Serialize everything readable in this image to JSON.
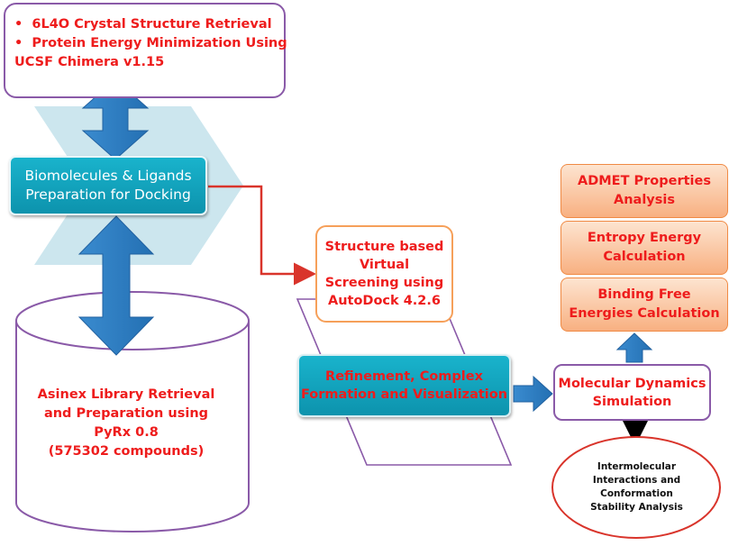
{
  "top_box": {
    "bullet1": "6L4O Crystal Structure Retrieval",
    "bullet2": "Protein Energy Minimization Using",
    "bullet2_cont": "UCSF Chimera v1.15"
  },
  "prep_box": {
    "line1": "Biomolecules & Ligands",
    "line2": "Preparation for Docking"
  },
  "library_box": {
    "line1": "Asinex Library Retrieval",
    "line2": "and Preparation using",
    "line3": "PyRx 0.8",
    "line4": "(575302 compounds)"
  },
  "screening_box": {
    "line1": "Structure based",
    "line2": "Virtual",
    "line3": "Screening using",
    "line4": "AutoDock 4.2.6"
  },
  "refinement_box": {
    "line1": "Refinement, Complex",
    "line2": "Formation and Visualization"
  },
  "admet_box": {
    "line1": "ADMET Properties",
    "line2": "Analysis"
  },
  "entropy_box": {
    "line1": "Entropy Energy",
    "line2": "Calculation"
  },
  "binding_box": {
    "line1": "Binding Free",
    "line2": "Energies Calculation"
  },
  "md_box": {
    "line1": "Molecular Dynamics",
    "line2": "Simulation"
  },
  "interactions_box": {
    "line1": "Intermolecular",
    "line2": "Interactions and",
    "line3": "Conformation",
    "line4": "Stability Analysis"
  },
  "colors": {
    "accent_text": "#ee1c1c",
    "teal": "#13a6c0",
    "blue_arrow": "#2f7fc1",
    "purple_border": "#8a5aa8",
    "orange_border": "#f08a44",
    "connector_red": "#d9342b",
    "chevron": "#cce6ee"
  }
}
